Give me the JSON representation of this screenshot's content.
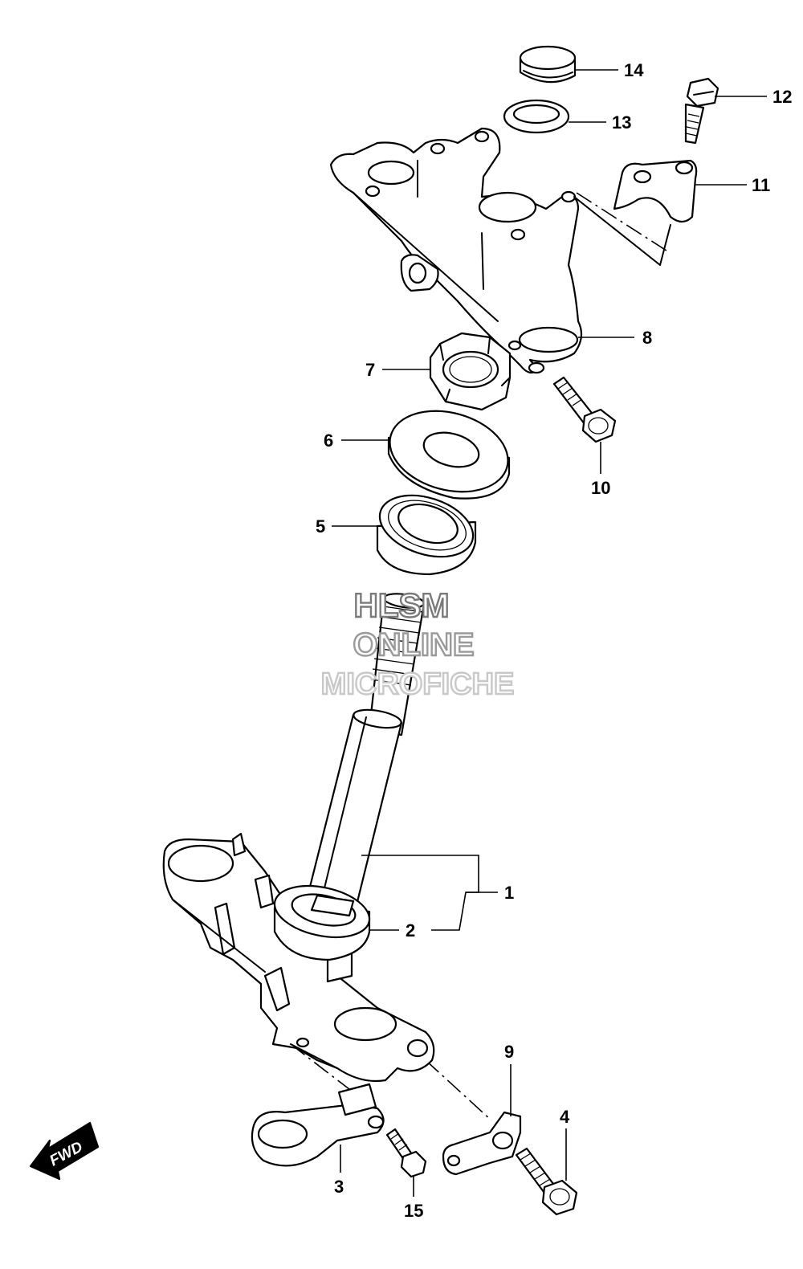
{
  "callouts": [
    {
      "id": "1",
      "label": "1"
    },
    {
      "id": "2",
      "label": "2"
    },
    {
      "id": "3",
      "label": "3"
    },
    {
      "id": "4",
      "label": "4"
    },
    {
      "id": "5",
      "label": "5"
    },
    {
      "id": "6",
      "label": "6"
    },
    {
      "id": "7",
      "label": "7"
    },
    {
      "id": "8",
      "label": "8"
    },
    {
      "id": "9",
      "label": "9"
    },
    {
      "id": "10",
      "label": "10"
    },
    {
      "id": "11",
      "label": "11"
    },
    {
      "id": "12",
      "label": "12"
    },
    {
      "id": "13",
      "label": "13"
    },
    {
      "id": "14",
      "label": "14"
    },
    {
      "id": "15",
      "label": "15"
    }
  ],
  "watermark": {
    "line1": "HLSM",
    "line2": "ONLINE",
    "line3": "MICROFICHE",
    "colors": [
      "#7a7a7a",
      "#9a9a9a",
      "#c8c8c8"
    ]
  },
  "direction_arrow": {
    "label": "FWD",
    "icon": "arrow-left-icon"
  }
}
